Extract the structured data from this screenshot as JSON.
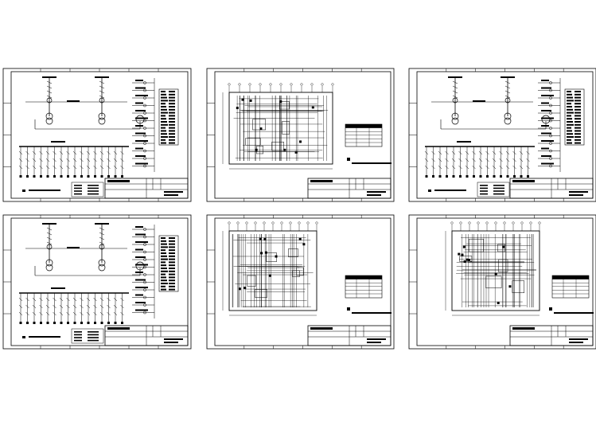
{
  "sheet_set": {
    "sheets": [
      {
        "kind": "single-line",
        "variant": 1,
        "title_block": "",
        "caption": ""
      },
      {
        "kind": "plan",
        "variant": 1,
        "title_block": "",
        "caption": ""
      },
      {
        "kind": "single-line",
        "variant": 2,
        "title_block": "",
        "caption": ""
      },
      {
        "kind": "single-line",
        "variant": 3,
        "title_block": "",
        "caption": ""
      },
      {
        "kind": "plan",
        "variant": 2,
        "title_block": "",
        "caption": ""
      },
      {
        "kind": "plan",
        "variant": 3,
        "title_block": "",
        "caption": ""
      }
    ]
  },
  "colors": {
    "paper": "#ffffff",
    "ink": "#000000"
  }
}
